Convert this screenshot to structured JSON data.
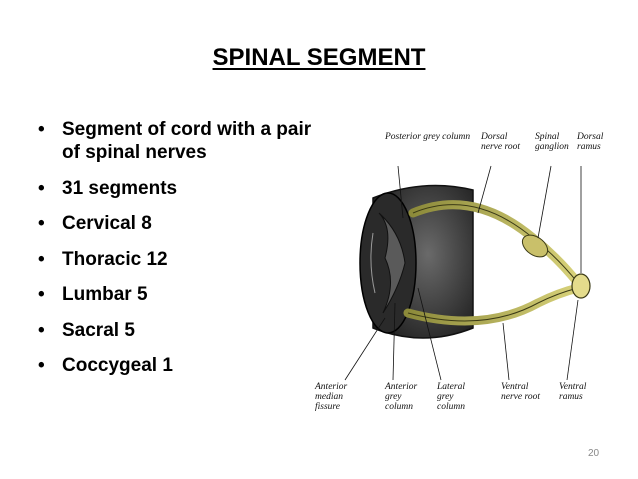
{
  "slide": {
    "title": "SPINAL SEGMENT",
    "bullets": [
      "Segment of cord with a pair of spinal nerves",
      "31 segments",
      "Cervical 8",
      "Thoracic 12",
      "Lumbar 5",
      "Sacral 5",
      "Coccygeal 1"
    ],
    "page_number": "20"
  },
  "figure": {
    "labels_top": [
      "Posterior grey column",
      "Dorsal nerve root",
      "Spinal ganglion",
      "Dorsal ramus"
    ],
    "labels_bottom": [
      "Anterior median fissure",
      "Anterior grey column",
      "Lateral grey column",
      "Ventral nerve root",
      "Ventral ramus"
    ]
  }
}
